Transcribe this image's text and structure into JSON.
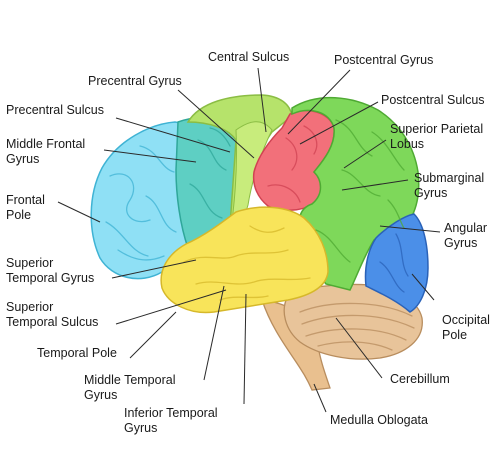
{
  "labels": {
    "central_sulcus": "Central Sulcus",
    "postcentral_gyrus": "Postcentral Gyrus",
    "precentral_gyrus": "Precentral Gyrus",
    "postcentral_sulcus": "Postcentral Sulcus",
    "precentral_sulcus": "Precentral Sulcus",
    "superior_parietal_lobus": [
      "Superior Parietal",
      "Lobus"
    ],
    "middle_frontal_gyrus": [
      "Middle Frontal",
      "Gyrus"
    ],
    "submarginal_gyrus": [
      "Submarginal",
      "Gyrus"
    ],
    "frontal_pole": [
      "Frontal",
      "Pole"
    ],
    "angular_gyrus": [
      "Angular",
      "Gyrus"
    ],
    "superior_temporal_gyrus": [
      "Superior",
      "Temporal Gyrus"
    ],
    "superior_temporal_sulcus": [
      "Superior",
      "Temporal Sulcus"
    ],
    "occipital_pole": [
      "Occipital",
      "Pole"
    ],
    "temporal_pole": "Temporal Pole",
    "cerebillum": "Cerebillum",
    "middle_temporal_gyrus": [
      "Middle Temporal",
      "Gyrus"
    ],
    "inferior_temporal_gyrus": [
      "Inferior Temporal",
      "Gyrus"
    ],
    "medulla_oblogata": "Medulla Oblogata"
  },
  "region_colors": {
    "frontal_pole": "#8fe0f5",
    "middle_frontal": "#5ecfc3",
    "precentral": "#b6e36b",
    "postcentral": "#f2707a",
    "parietal": "#7ed85a",
    "occipital": "#4b8fe8",
    "temporal": "#f8e45a",
    "cerebellum": "#e8c49a",
    "brainstem": "#e9c08f"
  }
}
